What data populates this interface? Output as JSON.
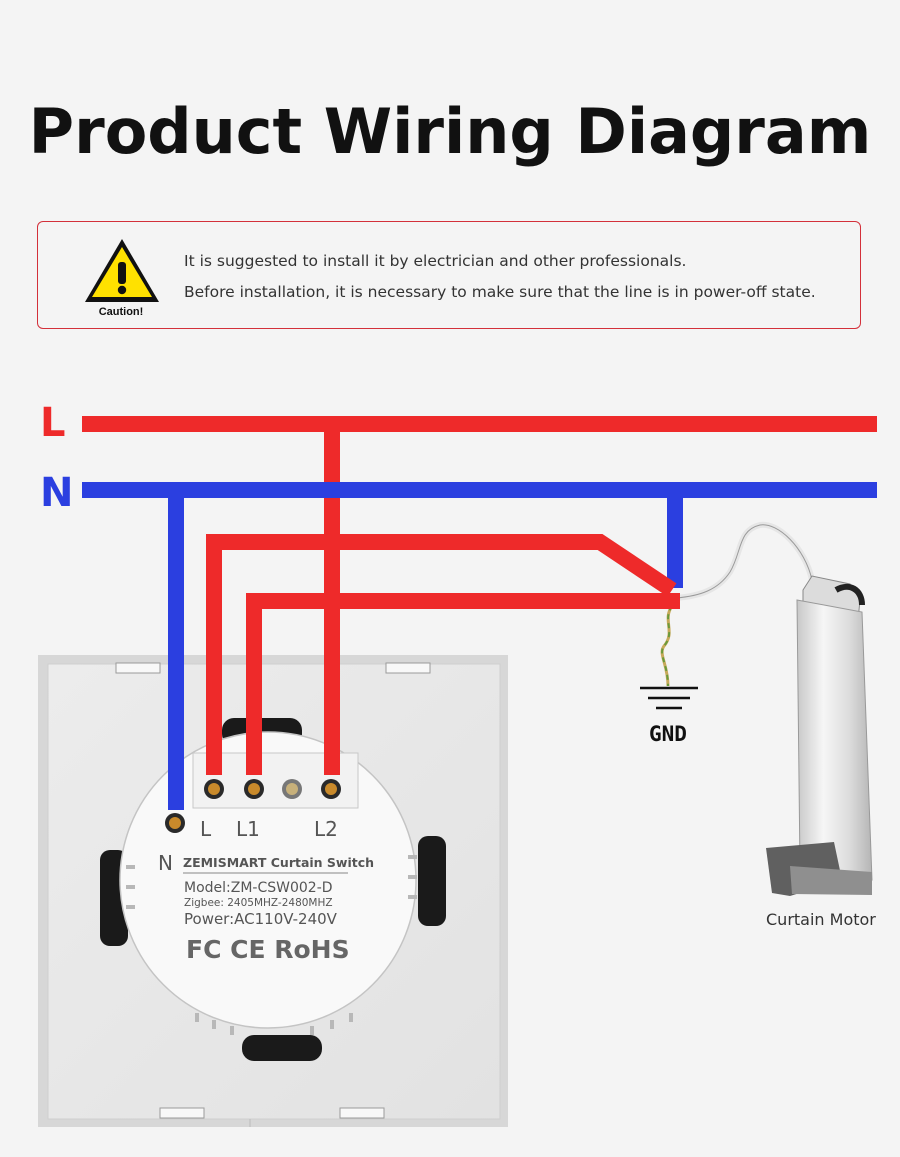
{
  "title": "Product Wiring Diagram",
  "caution": {
    "icon_label": "Caution!",
    "lines": [
      "It is suggested to install it by electrician and other professionals.",
      "Before installation, it is necessary to make sure that the line is in power-off state."
    ]
  },
  "wires": {
    "live_label": "L",
    "neutral_label": "N",
    "ground_label": "GND",
    "live_color": "#ee2a2a",
    "neutral_color": "#2b3fe0"
  },
  "switch": {
    "terminal_n": "N",
    "terminal_l": "L",
    "terminal_l1": "L1",
    "terminal_l2": "L2",
    "brand": "ZEMISMART Curtain Switch",
    "model": "Model:ZM-CSW002-D",
    "zigbee": "Zigbee: 2405MHZ-2480MHZ",
    "power": "Power:AC110V-240V",
    "certs": "FC CE RoHS"
  },
  "motor": {
    "caption": "Curtain Motor"
  }
}
